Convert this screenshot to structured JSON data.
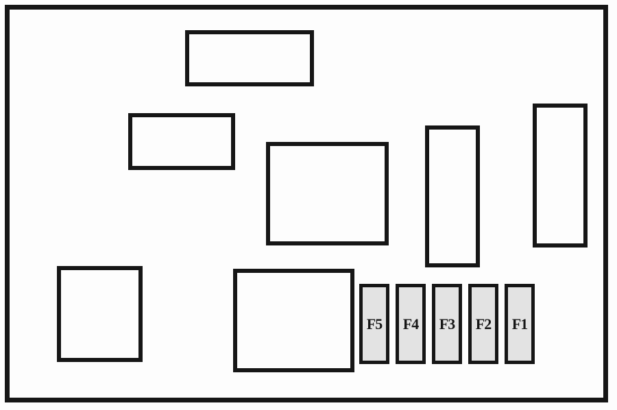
{
  "diagram": {
    "type": "fuse-box-layout",
    "fuses": [
      {
        "id": "fuse-f5",
        "label": "F5"
      },
      {
        "id": "fuse-f4",
        "label": "F4"
      },
      {
        "id": "fuse-f3",
        "label": "F3"
      },
      {
        "id": "fuse-f2",
        "label": "F2"
      },
      {
        "id": "fuse-f1",
        "label": "F1"
      }
    ],
    "colors": {
      "line": "#161616",
      "fuse_fill": "#e3e3e3",
      "background": "#fdfdfd",
      "label_text": "#161616"
    }
  }
}
